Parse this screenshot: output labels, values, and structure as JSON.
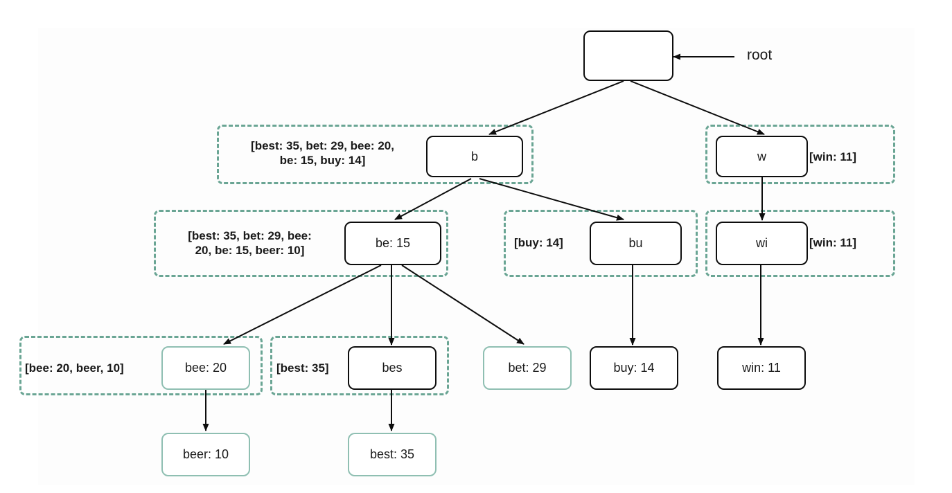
{
  "diagram": {
    "title": "Trie / prefix-tree autocomplete diagram",
    "root_label": "root",
    "colors": {
      "node_border_black": "#0d0d0d",
      "node_border_teal": "#8fbfb2",
      "annotation_dash": "#6aa594",
      "background": "#ffffff",
      "text": "#1a1a1a"
    },
    "nodes": [
      {
        "id": "root",
        "label": "",
        "border": "black"
      },
      {
        "id": "b",
        "label": "b",
        "border": "black"
      },
      {
        "id": "w",
        "label": "w",
        "border": "black"
      },
      {
        "id": "be",
        "label": "be: 15",
        "border": "black"
      },
      {
        "id": "bu",
        "label": "bu",
        "border": "black"
      },
      {
        "id": "wi",
        "label": "wi",
        "border": "black"
      },
      {
        "id": "bee",
        "label": "bee: 20",
        "border": "teal"
      },
      {
        "id": "bes",
        "label": "bes",
        "border": "black"
      },
      {
        "id": "bet",
        "label": "bet: 29",
        "border": "teal"
      },
      {
        "id": "buy",
        "label": "buy: 14",
        "border": "black"
      },
      {
        "id": "win",
        "label": "win: 11",
        "border": "black"
      },
      {
        "id": "beer",
        "label": "beer: 10",
        "border": "teal"
      },
      {
        "id": "best",
        "label": "best: 35",
        "border": "teal"
      }
    ],
    "edges": [
      {
        "from": "root",
        "to": "b"
      },
      {
        "from": "root",
        "to": "w"
      },
      {
        "from": "b",
        "to": "be"
      },
      {
        "from": "b",
        "to": "bu"
      },
      {
        "from": "w",
        "to": "wi"
      },
      {
        "from": "be",
        "to": "bee"
      },
      {
        "from": "be",
        "to": "bes"
      },
      {
        "from": "be",
        "to": "bet"
      },
      {
        "from": "bu",
        "to": "buy"
      },
      {
        "from": "wi",
        "to": "win"
      },
      {
        "from": "bee",
        "to": "beer"
      },
      {
        "from": "bes",
        "to": "best"
      }
    ],
    "annotations": [
      {
        "node": "b",
        "text": "[best: 35, bet: 29, bee: 20,\nbe: 15, buy: 14]"
      },
      {
        "node": "w",
        "text": "[win: 11]"
      },
      {
        "node": "be",
        "text": "[best: 35, bet: 29, bee:\n20, be: 15, beer: 10]"
      },
      {
        "node": "bu",
        "text": "[buy: 14]"
      },
      {
        "node": "wi",
        "text": "[win: 11]"
      },
      {
        "node": "bee",
        "text": "[bee: 20, beer, 10]"
      },
      {
        "node": "bes",
        "text": "[best: 35]"
      }
    ]
  }
}
